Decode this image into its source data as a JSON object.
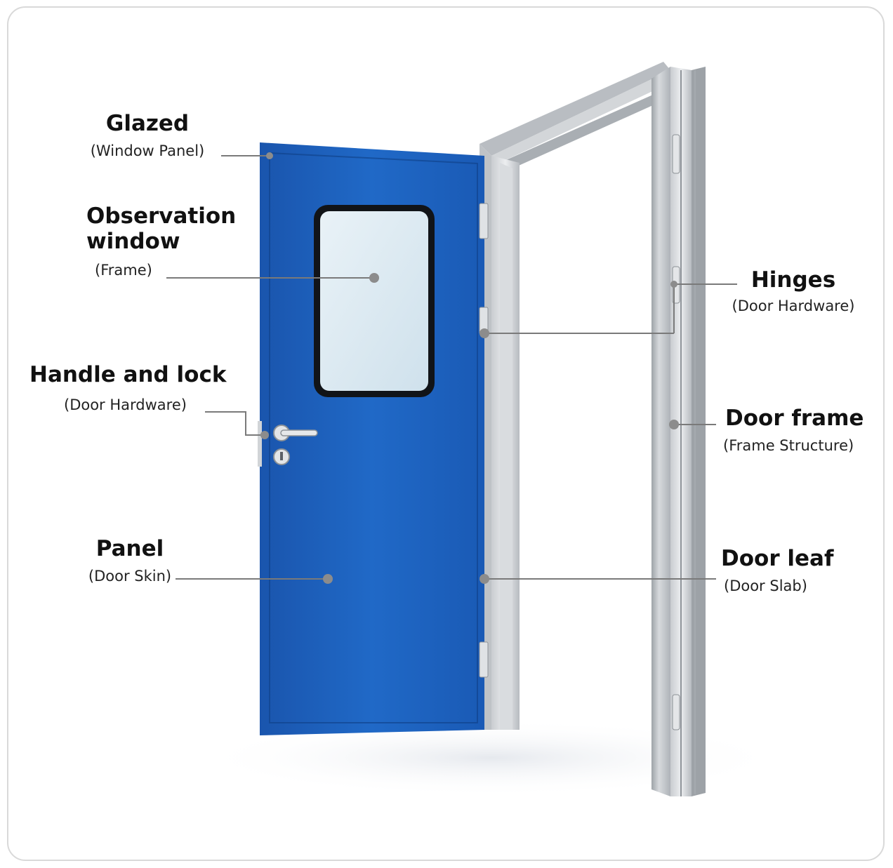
{
  "labels": {
    "glazed": {
      "title": "Glazed",
      "sub": "(Window Panel)"
    },
    "observation_window": {
      "title_line1": "Observation",
      "title_line2": "window",
      "sub": "(Frame)"
    },
    "handle_and_lock": {
      "title": "Handle and lock",
      "sub": "(Door Hardware)"
    },
    "panel": {
      "title": "Panel",
      "sub": "(Door Skin)"
    },
    "hinges": {
      "title": "Hinges",
      "sub": "(Door Hardware)"
    },
    "door_frame": {
      "title": "Door frame",
      "sub": "(Frame Structure)"
    },
    "door_leaf": {
      "title": "Door leaf",
      "sub": "(Door Slab)"
    }
  },
  "colors": {
    "door_blue": "#1f63c0",
    "frame_grey": "#c5c9cd",
    "leader_line": "#7a7a7a",
    "window_glass": "#dbe9f1"
  }
}
